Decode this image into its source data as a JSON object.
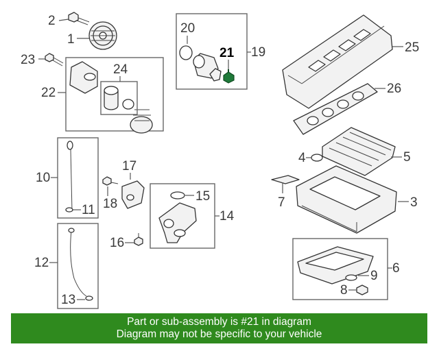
{
  "callouts": {
    "c1": "1",
    "c2": "2",
    "c3": "3",
    "c4": "4",
    "c5": "5",
    "c6": "6",
    "c7": "7",
    "c8": "8",
    "c9": "9",
    "c10": "10",
    "c11": "11",
    "c12": "12",
    "c13": "13",
    "c14": "14",
    "c15": "15",
    "c16": "16",
    "c17": "17",
    "c18": "18",
    "c19": "19",
    "c20": "20",
    "c21": "21",
    "c22": "22",
    "c23": "23",
    "c24": "24",
    "c25": "25",
    "c26": "26"
  },
  "highlight_color": "#1f7a3a",
  "footer": {
    "line1": "Part or sub-assembly is #21 in diagram",
    "line2": "Diagram may not be specific to your vehicle",
    "background": "#2f8a1e"
  }
}
